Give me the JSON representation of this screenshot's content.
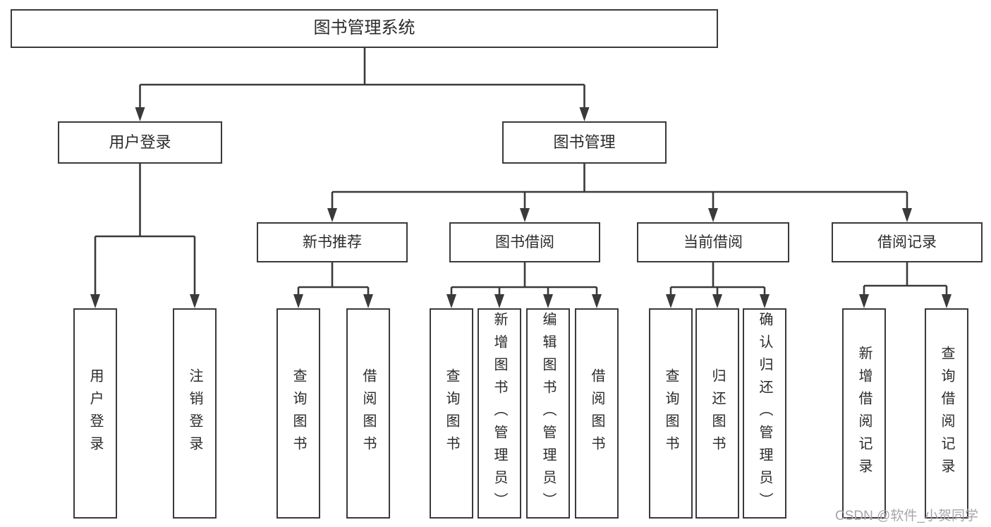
{
  "tree": {
    "label": "图书管理系统",
    "children": [
      {
        "label": "用户登录",
        "children": [
          {
            "label": "用户登录"
          },
          {
            "label": "注销登录"
          }
        ]
      },
      {
        "label": "图书管理",
        "children": [
          {
            "label": "新书推荐",
            "children": [
              {
                "label": "查询图书"
              },
              {
                "label": "借阅图书"
              }
            ]
          },
          {
            "label": "图书借阅",
            "children": [
              {
                "label": "查询图书"
              },
              {
                "label": "新增图书（管理员）"
              },
              {
                "label": "编辑图书（管理员）"
              },
              {
                "label": "借阅图书"
              }
            ]
          },
          {
            "label": "当前借阅",
            "children": [
              {
                "label": "查询图书"
              },
              {
                "label": "归还图书"
              },
              {
                "label": "确认归还（管理员）"
              }
            ]
          },
          {
            "label": "借阅记录",
            "children": [
              {
                "label": "新增借阅记录"
              },
              {
                "label": "查询借阅记录"
              }
            ]
          }
        ]
      }
    ]
  },
  "watermark": {
    "text": "CSDN @软件_小贺同学",
    "color": "#a6a6a6"
  },
  "colors": {
    "line": "#3a3a3a",
    "text": "#2b2b2b",
    "background": "#ffffff"
  }
}
